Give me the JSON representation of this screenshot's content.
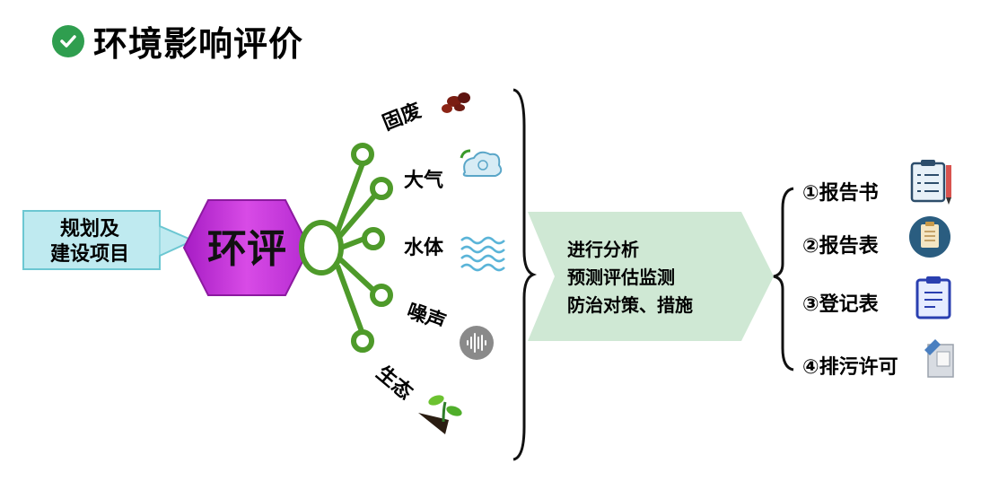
{
  "title": "环境影响评价",
  "source": {
    "line1": "规划及",
    "line2": "建设项目"
  },
  "center": "环评",
  "branches": [
    "固废",
    "大气",
    "水体",
    "噪声",
    "生态"
  ],
  "analysis": [
    "进行分析",
    "预测评估监测",
    "防治对策、措施"
  ],
  "outputs": [
    "①报告书",
    "②报告表",
    "③登记表",
    "④排污许可"
  ],
  "colors": {
    "branch": "#4e9a2a",
    "hex": "#c535d6",
    "arrow": "#cfe8d4",
    "source_box": "#bfeaf0"
  }
}
